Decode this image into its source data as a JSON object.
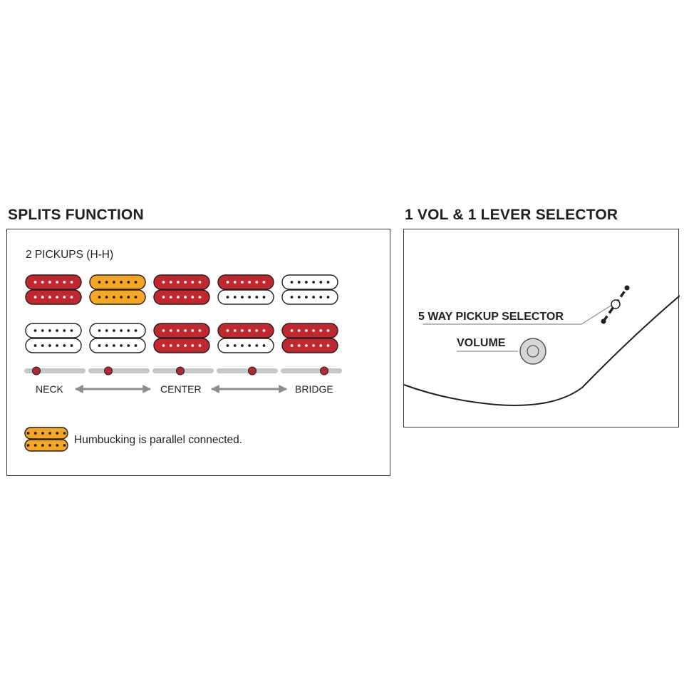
{
  "sections": {
    "splits": {
      "title": "SPLITS FUNCTION",
      "subtitle": "2 PICKUPS (H-H)",
      "positions": [
        {
          "index": 1,
          "neck": [
            "red",
            "red"
          ],
          "bridge": [
            "white",
            "white"
          ]
        },
        {
          "index": 2,
          "neck": [
            "orange",
            "orange"
          ],
          "bridge": [
            "white",
            "white"
          ]
        },
        {
          "index": 3,
          "neck": [
            "red",
            "red"
          ],
          "bridge": [
            "red",
            "red"
          ]
        },
        {
          "index": 4,
          "neck": [
            "red",
            "white"
          ],
          "bridge": [
            "red",
            "white"
          ]
        },
        {
          "index": 5,
          "neck": [
            "white",
            "white"
          ],
          "bridge": [
            "red",
            "red"
          ]
        }
      ],
      "axis_labels": {
        "neck": "NECK",
        "center": "CENTER",
        "bridge": "BRIDGE"
      },
      "legend": {
        "swatch": [
          "orange",
          "orange"
        ],
        "text": "Humbucking is parallel connected."
      }
    },
    "controls": {
      "title": "1 VOL & 1 LEVER SELECTOR",
      "selector_label": "5 WAY PICKUP SELECTOR",
      "volume_label": "VOLUME"
    }
  },
  "colors": {
    "red": "#c1272d",
    "orange": "#f5a623",
    "white": "#ffffff",
    "slot_bar": "#c8c8c8",
    "slot_dot": "#b22a30",
    "arrow": "#8e8e8e",
    "knob": "#d6d6d6"
  }
}
